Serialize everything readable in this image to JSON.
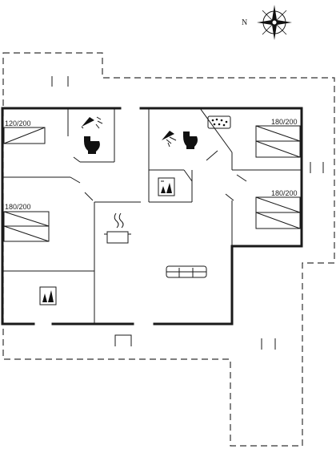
{
  "compass": {
    "north_label": "N"
  },
  "rooms": [
    {
      "id": "bedroom-1",
      "bed_size": "120/200"
    },
    {
      "id": "bedroom-2",
      "bed_size": "180/200"
    },
    {
      "id": "bedroom-3",
      "bed_size": "180/200"
    },
    {
      "id": "bedroom-4",
      "bed_size": "180/200"
    }
  ],
  "icons": [
    "shower-icon",
    "toilet-icon",
    "hot-tub-icon",
    "washing-machine-icon",
    "stove-icon",
    "sofa-icon",
    "fireplace-icon"
  ]
}
